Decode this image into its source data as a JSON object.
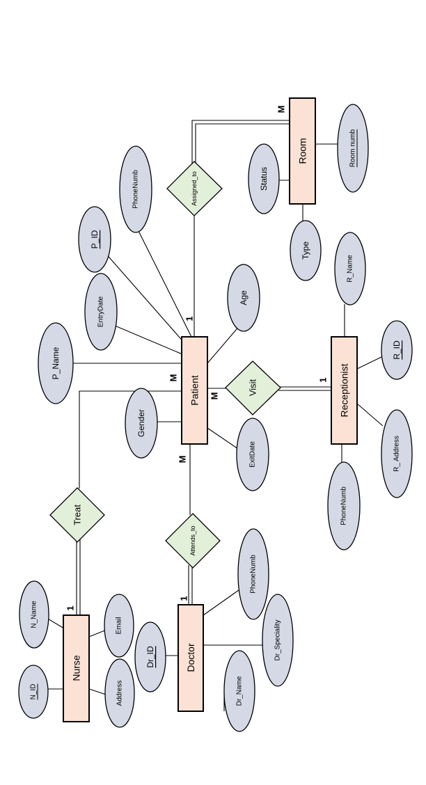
{
  "entities": {
    "patient": "Patient",
    "room": "Room",
    "receptionist": "Receptionist",
    "nurse": "Nurse",
    "doctor": "Doctor"
  },
  "relationships": {
    "assigned_to": "Assigned_to",
    "visit": "Visit",
    "treat": "Treat",
    "attends_to": "Attends_to"
  },
  "attributes": {
    "patient": {
      "p_name": "P_Name",
      "entry_date": "EntryDate",
      "p_id": "P_ID",
      "phone": "PhoneNumb",
      "age": "Age",
      "gender": "Gender",
      "exit_date": "ExitDate"
    },
    "room": {
      "status": "Status",
      "room_numb": "Room numb",
      "type": "Type"
    },
    "receptionist": {
      "r_name": "R_Name",
      "r_id": "R_ID",
      "r_address": "R_ Address",
      "phone": "PhoneNumb"
    },
    "nurse": {
      "n_name": "N_Name",
      "n_id": "N_ID",
      "email": "Email",
      "address": "Address"
    },
    "doctor": {
      "dr_id": "Dr_ID",
      "phone": "PhoneNumb",
      "dr_speciality": "Dr_Speciality",
      "dr_name": "Dr_Name"
    }
  },
  "cardinalities": {
    "room_assigned": "M",
    "patient_assigned": "1",
    "patient_treat": "M",
    "patient_visit": "M",
    "receptionist_visit": "1",
    "patient_attends": "M",
    "doctor_attends": "1",
    "nurse_treat": "1"
  }
}
